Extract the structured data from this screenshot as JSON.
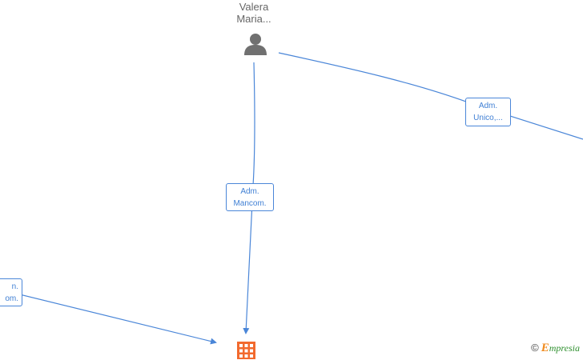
{
  "person_node": {
    "name_line1": "Valera",
    "name_line2": "Maria...",
    "icon": "person-icon"
  },
  "company_node": {
    "icon": "building-icon",
    "color": "#f26a2e"
  },
  "edges": {
    "adm_mancom": {
      "line1": "Adm.",
      "line2": "Mancom."
    },
    "adm_unico": {
      "line1": "Adm.",
      "line2": "Unico,..."
    },
    "left_partial": {
      "line1": "n.",
      "line2": "om."
    }
  },
  "colors": {
    "edge": "#4a86d8",
    "label_text": "#3f7fd4",
    "person_icon": "#707070"
  },
  "brand": {
    "copyright": "©",
    "name_initial": "E",
    "name_rest": "mpresia"
  }
}
